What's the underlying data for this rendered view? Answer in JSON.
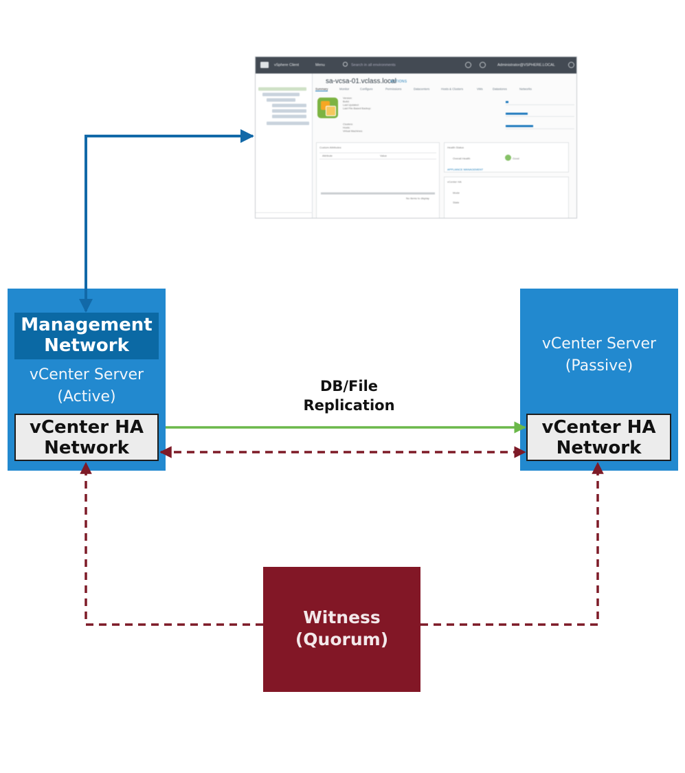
{
  "diagram": {
    "management_network": "Management\nNetwork",
    "active_server": "vCenter Server\n(Active)",
    "passive_server": "vCenter Server\n(Passive)",
    "ha_network_active": "vCenter HA\nNetwork",
    "ha_network_passive": "vCenter HA\nNetwork",
    "replication_label": "DB/File\nReplication",
    "witness": "Witness\n(Quorum)"
  },
  "colors": {
    "server_blue": "#2289cf",
    "management_blue": "#0b69a4",
    "management_arrow": "#1269a8",
    "replication_green": "#6bb84a",
    "witness_maroon": "#821726",
    "heartbeat_dashed": "#7d1a27"
  },
  "screenshot": {
    "app_name": "vSphere Client",
    "menu": "Menu",
    "search_placeholder": "Search in all environments",
    "user": "Administrator@VSPHERE.LOCAL",
    "title": "sa-vcsa-01.vclass.local",
    "actions": "ACTIONS",
    "tabs": [
      "Summary",
      "Monitor",
      "Configure",
      "Permissions",
      "Datacenters",
      "Hosts & Clusters",
      "VMs",
      "Datastores",
      "Networks"
    ],
    "tree": [
      "sa-vcsa-01.vclass.local",
      "SA-Datacenter-01",
      "SA-Cluster-01",
      "sa-esxi-01.vclass.l...",
      "sa-esxi-02.vclass.l...",
      "sa-esxi-03.vclass.l...",
      "sa-esxi-04.vclass.lo..."
    ],
    "details": [
      "Version:",
      "Build:",
      "Last Updated:",
      "Last File-Based Backup:"
    ],
    "counts": [
      "Clusters:",
      "Hosts:",
      "Virtual Machines:"
    ],
    "custom_attributes": "Custom Attributes",
    "attribute_col": "Attribute",
    "value_col": "Value",
    "no_items": "No items to display",
    "health_status": "Health Status",
    "overall_health": "Overall Health",
    "good": "Good",
    "appliance_management": "APPLIANCE MANAGEMENT",
    "vcenter_ha": "vCenter HA",
    "mode": "Mode",
    "state": "State"
  }
}
